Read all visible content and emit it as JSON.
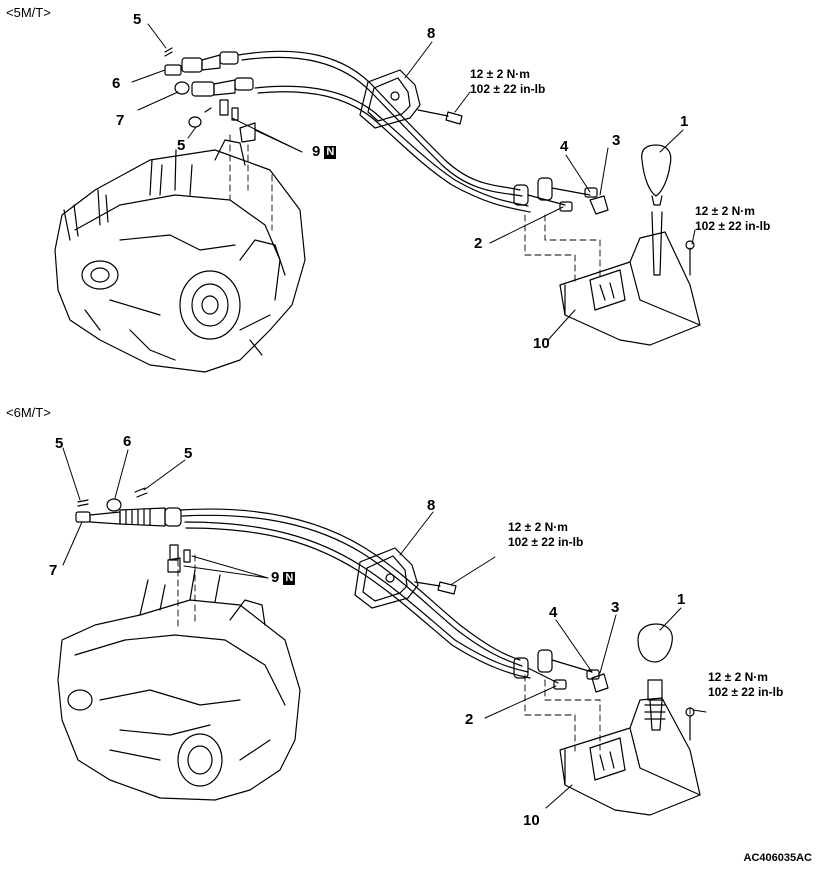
{
  "figure_code": "AC406035AC",
  "sections": [
    {
      "title": "<5M/T>",
      "labels": {
        "l1": "1",
        "l2": "2",
        "l3": "3",
        "l4": "4",
        "l5a": "5",
        "l5b": "5",
        "l6": "6",
        "l7": "7",
        "l8": "8",
        "l9": "9",
        "l10": "10"
      },
      "n_mark": "N",
      "torque_cable": {
        "line1": "12 ± 2 N·m",
        "line2": "102 ± 22 in-lb"
      },
      "torque_lever": {
        "line1": "12 ± 2 N·m",
        "line2": "102 ± 22 in-lb"
      }
    },
    {
      "title": "<6M/T>",
      "labels": {
        "l1": "1",
        "l2": "2",
        "l3": "3",
        "l4": "4",
        "l5a": "5",
        "l5b": "5",
        "l6": "6",
        "l7": "7",
        "l8": "8",
        "l9": "9",
        "l10": "10"
      },
      "n_mark": "N",
      "torque_cable": {
        "line1": "12 ± 2 N·m",
        "line2": "102 ± 22 in-lb"
      },
      "torque_lever": {
        "line1": "12 ± 2 N·m",
        "line2": "102 ± 22 in-lb"
      }
    }
  ]
}
